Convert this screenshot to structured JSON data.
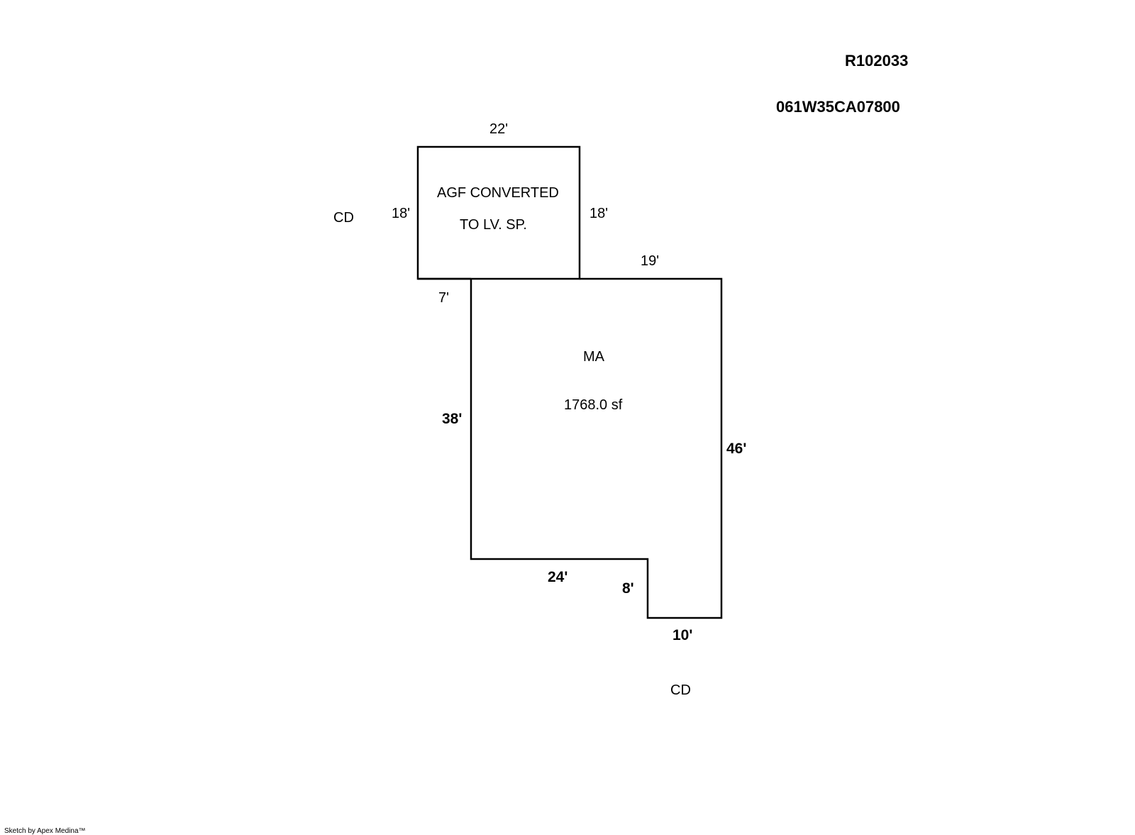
{
  "header": {
    "account_id": "R102033",
    "map_tax_lot": "061W35CA07800"
  },
  "areas": {
    "upper": {
      "line1": "AGF CONVERTED",
      "line2": "TO LV. SP."
    },
    "main": {
      "code": "MA",
      "area": "1768.0 sf"
    }
  },
  "dimensions": {
    "upper_top": "22'",
    "upper_left": "18'",
    "upper_right": "18'",
    "main_top_right": "19'",
    "left_offset": "7'",
    "main_left": "38'",
    "main_right": "46'",
    "main_bottom": "24'",
    "notch_vertical": "8'",
    "notch_bottom": "10'"
  },
  "annotations": {
    "cd_left": "CD",
    "cd_bottom": "CD"
  },
  "footer": {
    "credit": "Sketch by Apex Medina™"
  }
}
